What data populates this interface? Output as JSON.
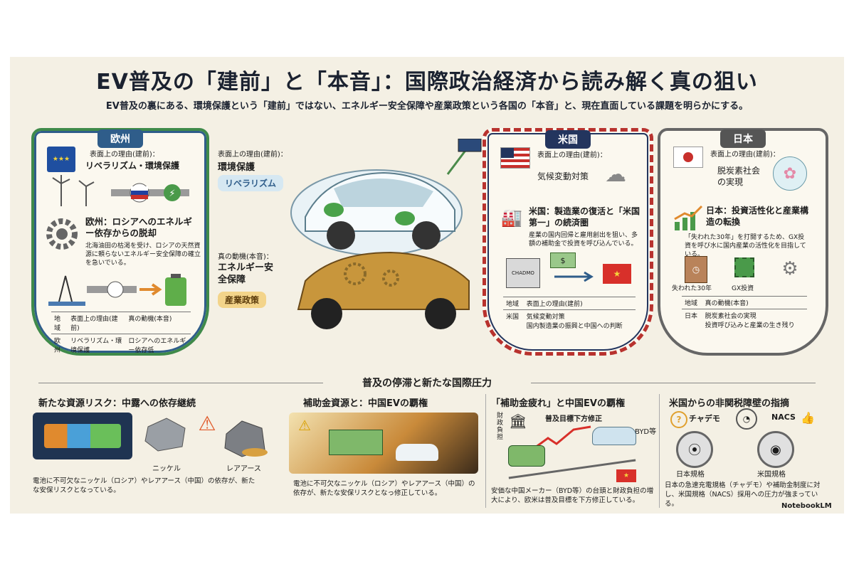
{
  "header": {
    "title": "EV普及の「建前」と「本音」：国際政治経済から読み解く真の狙い",
    "subtitle": "EV普及の裏にある、環境保護という「建前」ではない、エネルギー安全保障や産業政策という各国の「本音」と、現在直面している課題を明らかにする。"
  },
  "europe": {
    "label": "欧州",
    "surface_heading": "表面上の理由(建前)：",
    "surface_value": "リベラリズム・環境保護",
    "true_heading": "欧州：ロシアへのエネルギー依存からの脱却",
    "true_desc": "北海油田の枯渇を受け、ロシアの天然資源に頼らないエネルギー安全保障の確立を急いでいる。",
    "table": {
      "headers": [
        "地域",
        "表面上の理由(建前)",
        "真の動機(本音)"
      ],
      "row": [
        "欧州",
        "リベラリズム・環境保護",
        "ロシアへのエネルギー依存低"
      ]
    }
  },
  "center": {
    "surface_heading": "表面上の理由(建前)：",
    "surface_value": "環境保護",
    "surface_pill": "リベラリズム",
    "true_heading": "真の動機(本音)：",
    "true_value": "エネルギー安全保障",
    "true_pill": "産業政策"
  },
  "usa": {
    "label": "米国",
    "surface_heading": "表面上の理由(建前)：",
    "surface_value": "気候変動対策",
    "true_heading": "米国：製造業の復活と「米国第一」の続済圏",
    "true_desc": "産業の国内回帰と雇用創出を狙い、多額の補助金で投資を呼び込んでいる。",
    "chip_label": "CHADMO",
    "table": {
      "headers": [
        "地域",
        "表面上の理由(建前)"
      ],
      "row": [
        "米国",
        "気候変動対策",
        "国内製造業の振興と中国への判断"
      ]
    }
  },
  "japan": {
    "label": "日本",
    "surface_heading": "表面上の理由(建前)：",
    "surface_value": "脱炭素社会の実現",
    "true_heading": "日本：投資活性化と産業構造の転換",
    "true_desc": "「失われた30年」を打開するため、GX投資を呼び水に国内産業の活性化を目指している。",
    "label_lost": "失われた30年",
    "label_gx": "GX投資",
    "table": {
      "headers": [
        "地域",
        "真の動機(本音)"
      ],
      "row": [
        "日本",
        "脱炭素社会の実現",
        "投資呼び込みと産業の生き残り"
      ]
    }
  },
  "bottom": {
    "section_title": "普及の停滞と新たな国際圧力",
    "panels": [
      {
        "title": "新たな資源リスク：中露への依存継続",
        "labels": [
          "ニッケル",
          "レアアース"
        ],
        "caption": "電池に不可欠なニッケル（ロシア）やレアアース（中国）の依存が、新たな安保リスクとなっている。"
      },
      {
        "title": "補助金資源と：中国EVの覇権",
        "labels": [],
        "caption": "電池に不可欠なニッケル（ロシア）やレアアース（中国）の依存が、新たな安保リスクとなっ修正している。"
      },
      {
        "title": "「補助金疲れ」と中国EVの覇権",
        "labels": [
          "財政負担",
          "普及目標下方修正",
          "BYD等"
        ],
        "caption": "安価な中国メーカー（BYD等）の台頭と財政負担の増大により、欧米は普及目標を下方修正している。"
      },
      {
        "title": "米国からの非関税障壁の指摘",
        "labels": [
          "チャデモ",
          "NACS",
          "日本規格",
          "米国規格"
        ],
        "caption": "日本の急速充電規格（チャデモ）や補助金制度に対し、米国規格（NACS）採用への圧力が強まっている。"
      }
    ],
    "brand": "NotebookLM"
  },
  "colors": {
    "europe": "#2f5d8a",
    "europe_border": "#3f8a4a",
    "usa": "#23355e",
    "usa_red": "#b8322e",
    "japan": "#555555",
    "pill_blue": "#d6e8f2",
    "pill_gold": "#f3d48a"
  }
}
